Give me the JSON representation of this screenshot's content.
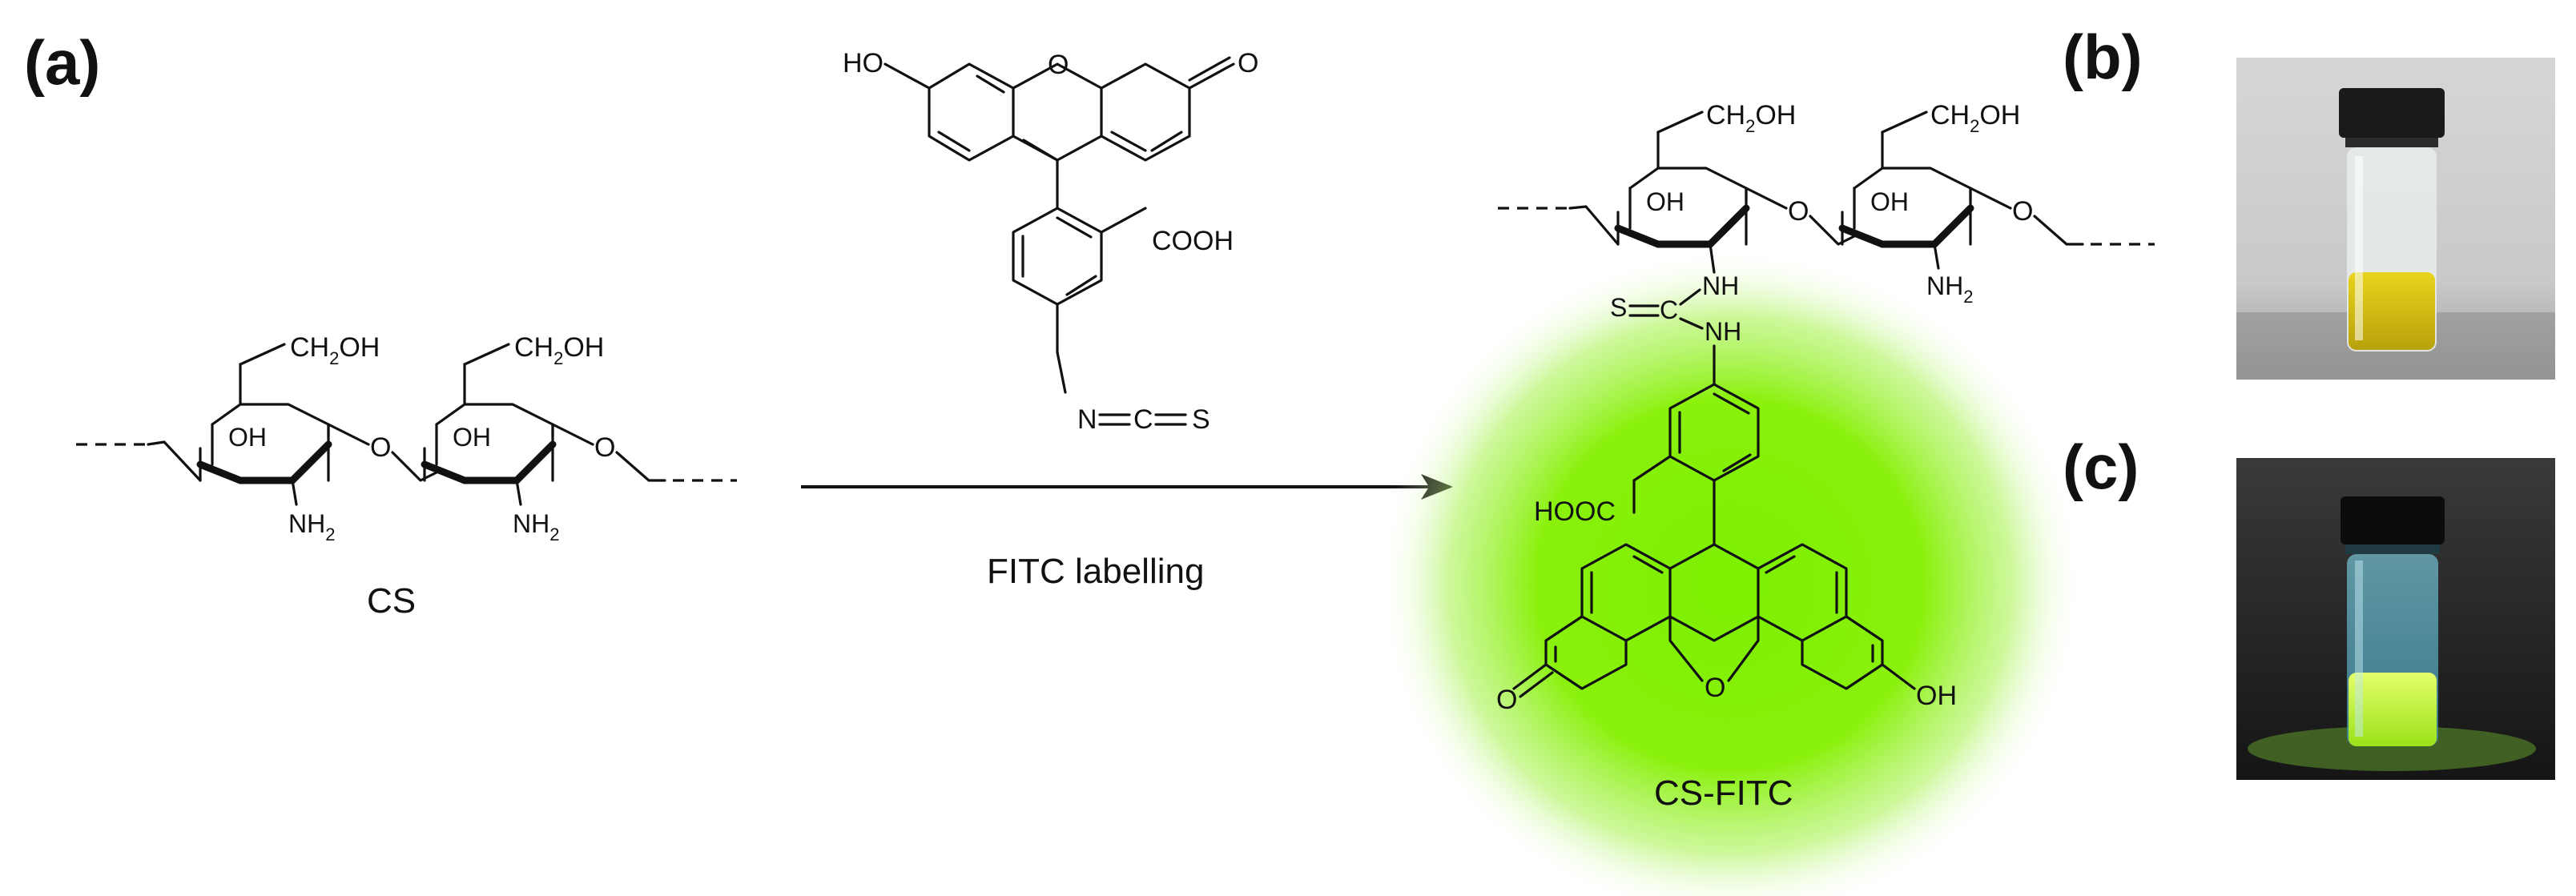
{
  "panels": {
    "a": "(a)",
    "b": "(b)",
    "c": "(c)"
  },
  "reactant": {
    "caption": "CS",
    "labels": {
      "ch2oh": "CH",
      "ch2oh_sub": "2",
      "ch2oh_tail": "OH",
      "oh": "OH",
      "nh2": "NH",
      "nh2_sub": "2",
      "o": "O"
    }
  },
  "reagent": {
    "labels": {
      "ho": "HO",
      "o_ring": "O",
      "o_keto": "O",
      "cooh": "COOH",
      "n": "N",
      "c": "C",
      "s": "S"
    }
  },
  "reaction": {
    "arrow_label": "FITC labelling"
  },
  "product": {
    "caption": "CS-FITC",
    "labels": {
      "nh": "NH",
      "s": "S",
      "c": "C",
      "hooc": "HOOC",
      "oh": "OH",
      "o_ring": "O",
      "o_keto": "O"
    }
  },
  "photos": {
    "b": {
      "light": "ambient",
      "solution_color": "#d8c214"
    },
    "c": {
      "light": "UV",
      "solution_color": "#b9ff3a"
    }
  },
  "colors": {
    "glow": "#7cf000"
  }
}
